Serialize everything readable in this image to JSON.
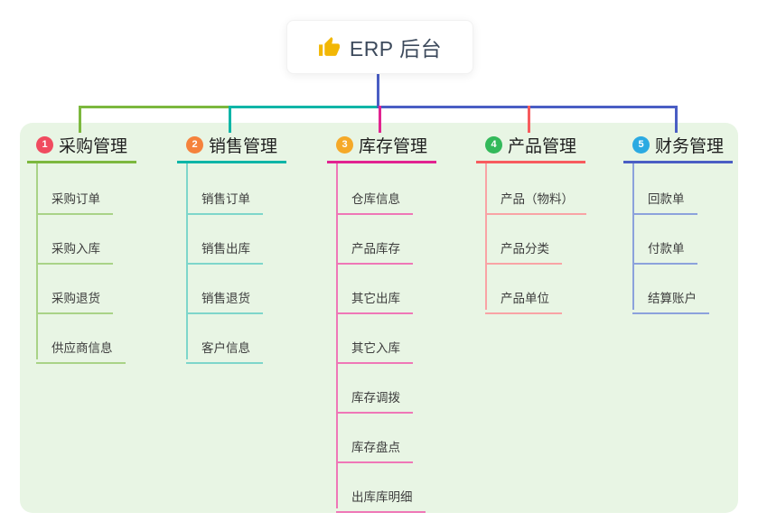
{
  "root": {
    "label": "ERP 后台",
    "icon": "thumbs-up-icon"
  },
  "colors": {
    "canvas_bg": "#ffffff",
    "panel_bg": "#E8F5E4",
    "root_line": "#4A5EC4",
    "root_text": "#3D4A5C",
    "title_text": "#1f1f1f",
    "item_text": "#3d3d3d",
    "thumb_icon": "#F2B705"
  },
  "branches": [
    {
      "number": "1",
      "title": "采购管理",
      "badge_color": "#F04B5F",
      "line_color": "#7CB83E",
      "light_line_color": "#A9D387",
      "items": [
        "采购订单",
        "采购入库",
        "采购退货",
        "供应商信息"
      ]
    },
    {
      "number": "2",
      "title": "销售管理",
      "badge_color": "#F5823C",
      "line_color": "#0AB5A7",
      "light_line_color": "#7ED6CB",
      "items": [
        "销售订单",
        "销售出库",
        "销售退货",
        "客户信息"
      ]
    },
    {
      "number": "3",
      "title": "库存管理",
      "badge_color": "#F5A928",
      "line_color": "#E12390",
      "light_line_color": "#EF77B7",
      "items": [
        "仓库信息",
        "产品库存",
        "其它出库",
        "其它入库",
        "库存调拨",
        "库存盘点",
        "出库库明细"
      ]
    },
    {
      "number": "4",
      "title": "产品管理",
      "badge_color": "#33B95A",
      "line_color": "#F75B5E",
      "light_line_color": "#F9A3A5",
      "items": [
        "产品（物料）",
        "产品分类",
        "产品单位"
      ]
    },
    {
      "number": "5",
      "title": "财务管理",
      "badge_color": "#2BAAE2",
      "line_color": "#4A5EC4",
      "light_line_color": "#8CA2DC",
      "items": [
        "回款单",
        "付款单",
        "结算账户"
      ]
    }
  ]
}
